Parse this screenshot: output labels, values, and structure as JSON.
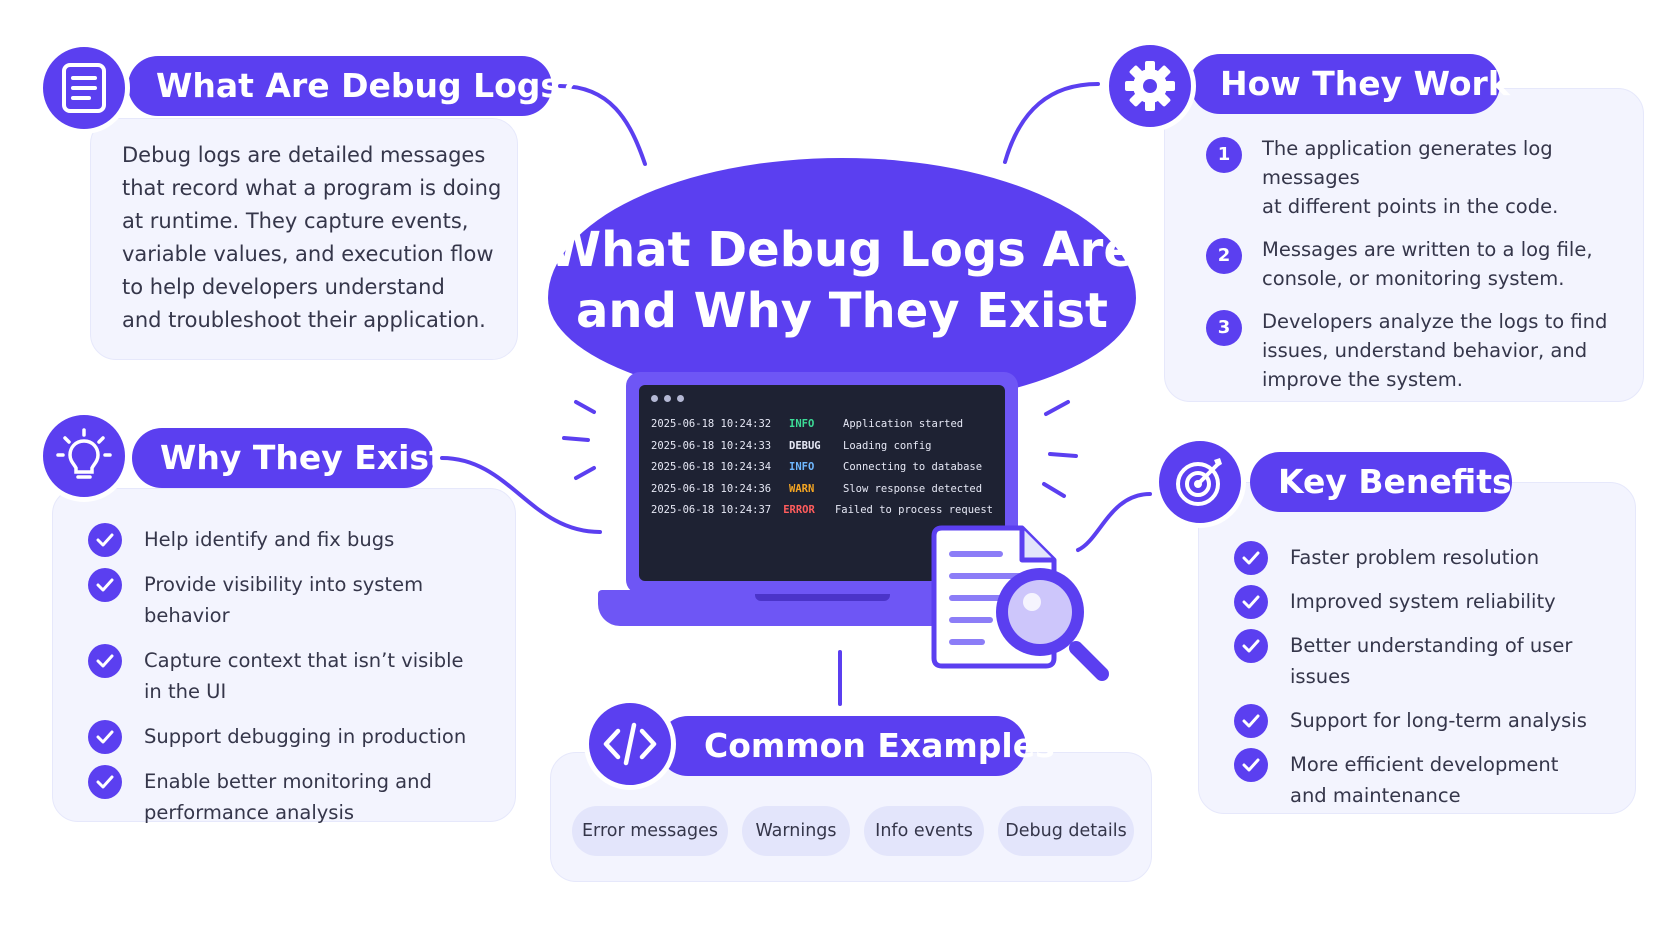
{
  "title": {
    "line1": "What Debug Logs Are",
    "line2": "and Why They Exist"
  },
  "sections": {
    "what": {
      "heading": "What Are Debug Logs?",
      "icon": "document-icon",
      "lines": [
        "Debug logs are detailed messages",
        "that record what a program is doing",
        "at runtime. They capture events,",
        "variable values, and execution flow",
        "to help developers understand",
        "and troubleshoot their application."
      ]
    },
    "how": {
      "heading": "How They Work",
      "icon": "gear-icon",
      "steps": [
        {
          "num": "1",
          "line1": "The application generates log messages",
          "line2": "at different points in the code."
        },
        {
          "num": "2",
          "line1": "Messages are written to a log file,",
          "line2": "console, or monitoring system."
        },
        {
          "num": "3",
          "line1": "Developers analyze the logs to find",
          "line2": "issues, understand behavior, and",
          "line3": "improve the system."
        }
      ]
    },
    "why": {
      "heading": "Why They Exist",
      "icon": "lightbulb-icon",
      "items": [
        {
          "line1": "Help identify and fix bugs"
        },
        {
          "line1": "Provide visibility into system behavior"
        },
        {
          "line1": "Capture context that isn’t visible",
          "line2": "in the UI"
        },
        {
          "line1": "Support debugging in production"
        },
        {
          "line1": "Enable better monitoring and",
          "line2": "performance analysis"
        }
      ]
    },
    "benefits": {
      "heading": "Key Benefits",
      "icon": "target-icon",
      "items": [
        {
          "line1": "Faster problem resolution"
        },
        {
          "line1": "Improved system reliability"
        },
        {
          "line1": "Better understanding of user issues"
        },
        {
          "line1": "Support for long-term analysis"
        },
        {
          "line1": "More efficient development",
          "line2": "and maintenance"
        }
      ]
    },
    "examples": {
      "heading": "Common Examples",
      "icon": "code-icon",
      "chips": [
        "Error messages",
        "Warnings",
        "Info events",
        "Debug details"
      ]
    }
  },
  "terminal": {
    "rows": [
      {
        "ts": "2025-06-18 10:24:32",
        "level": "INFO",
        "msg": "Application started",
        "color": "#3ddc97"
      },
      {
        "ts": "2025-06-18 10:24:33",
        "level": "DEBUG",
        "msg": "Loading config",
        "color": "#e6e8f5"
      },
      {
        "ts": "2025-06-18 10:24:34",
        "level": "INFO",
        "msg": "Connecting to database",
        "color": "#6fb8ff"
      },
      {
        "ts": "2025-06-18 10:24:36",
        "level": "WARN",
        "msg": "Slow response detected",
        "color": "#f5a623"
      },
      {
        "ts": "2025-06-18 10:24:37",
        "level": "ERROR",
        "msg": "Failed to process request",
        "color": "#ff5c5c"
      }
    ]
  },
  "colors": {
    "accent": "#5b3ff0",
    "card": "#f3f4fe",
    "text": "#35364a"
  }
}
